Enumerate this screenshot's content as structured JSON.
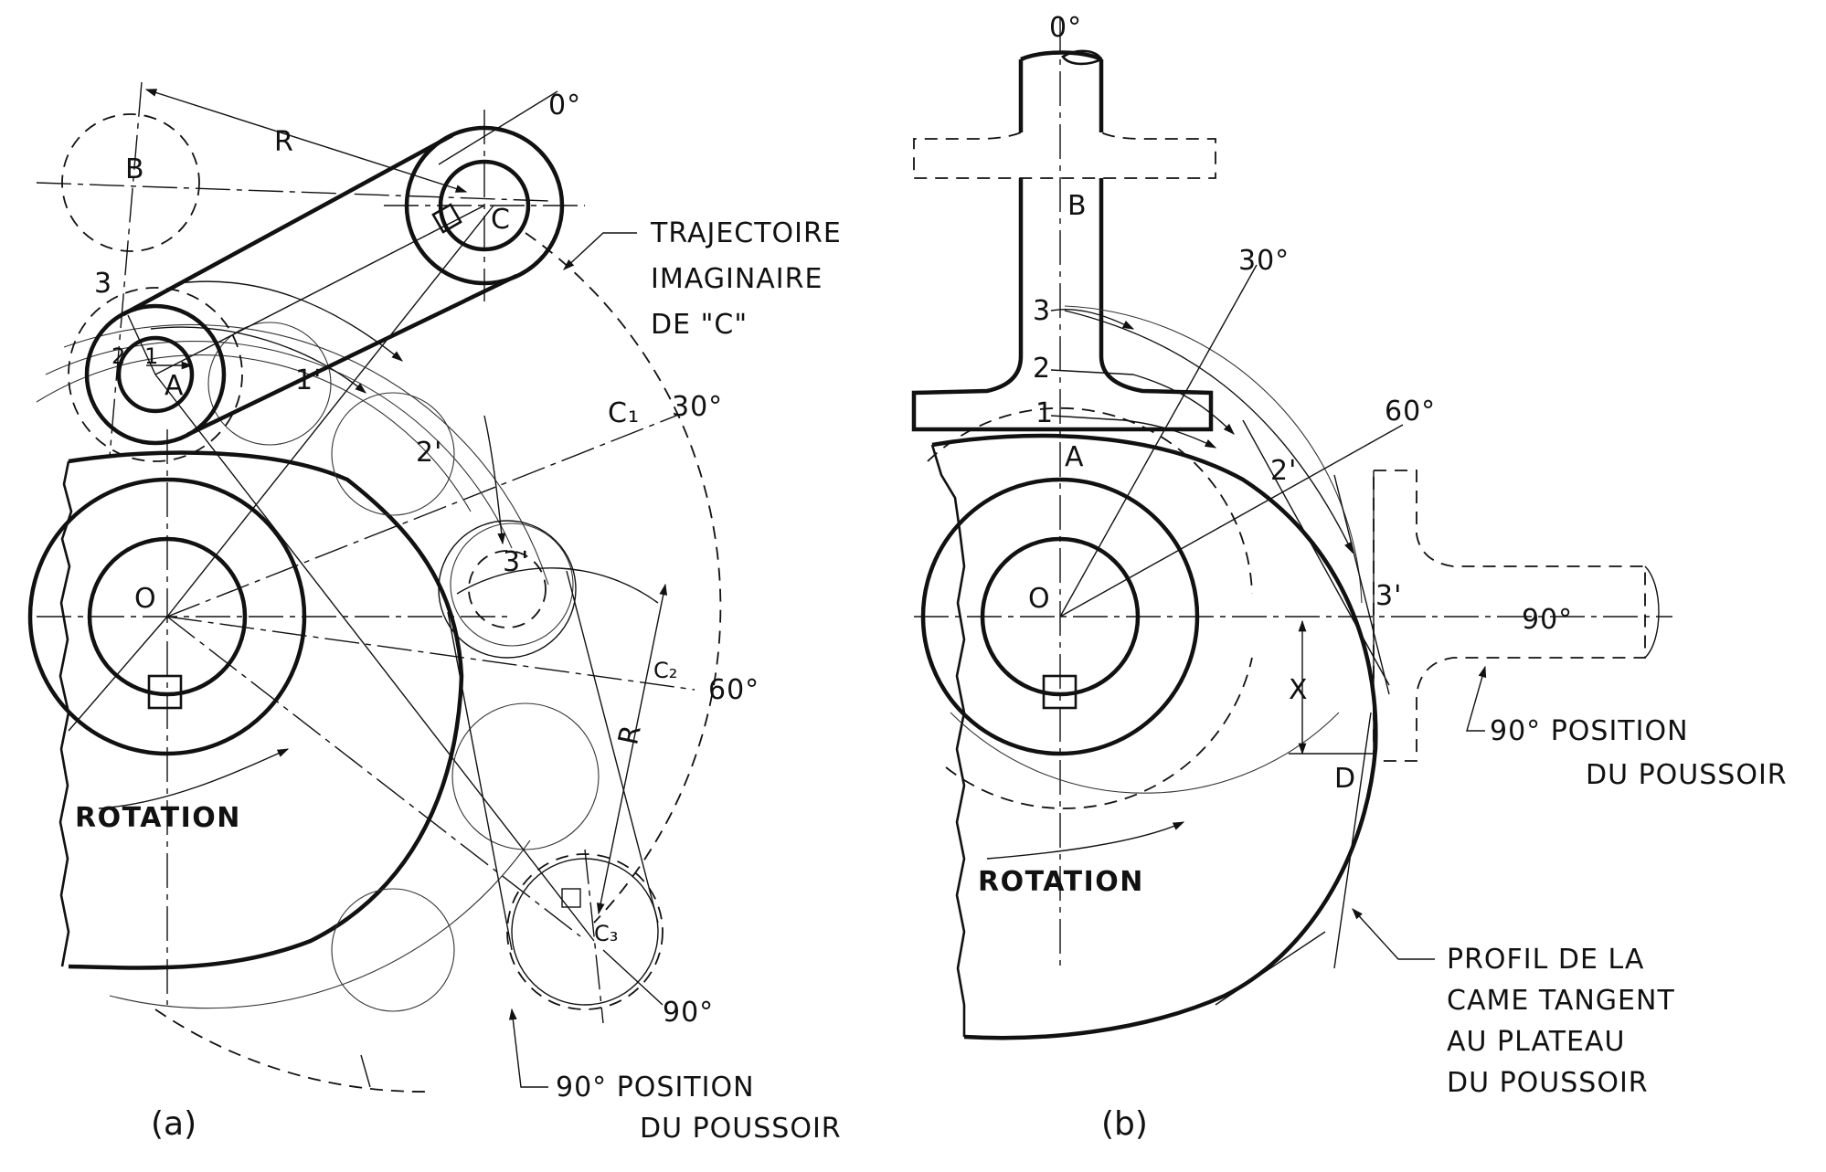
{
  "view_a": {
    "caption": "(a)",
    "labels": {
      "deg0": "0°",
      "deg30": "30°",
      "deg60": "60°",
      "deg90": "90°",
      "R_top": "R",
      "R_side": "R",
      "B": "B",
      "C": "C",
      "A": "A",
      "O": "O",
      "C1": "C₁",
      "C2": "C₂",
      "C3": "C₃",
      "p1": "1",
      "p2": "2",
      "p3": "3",
      "p1p": "1'",
      "p2p": "2'",
      "p3p": "3'",
      "rotation": "ROTATION"
    },
    "callout_trajectory": [
      "TRAJECTOIRE",
      "IMAGINAIRE",
      "DE \"C\""
    ],
    "callout_position": [
      "90° POSITION",
      "DU POUSSOIR"
    ]
  },
  "view_b": {
    "caption": "(b)",
    "labels": {
      "deg0": "0°",
      "deg30": "30°",
      "deg60": "60°",
      "deg90": "90°",
      "B": "B",
      "A": "A",
      "O": "O",
      "D": "D",
      "X": "X",
      "p1": "1",
      "p2": "2",
      "p3": "3",
      "p2p": "2'",
      "p3p": "3'",
      "rotation": "ROTATION"
    },
    "callout_position": [
      "90° POSITION",
      "DU POUSSOIR"
    ],
    "callout_profile": [
      "PROFIL DE LA",
      "CAME TANGENT",
      "AU PLATEAU",
      "DU POUSSOIR"
    ]
  }
}
